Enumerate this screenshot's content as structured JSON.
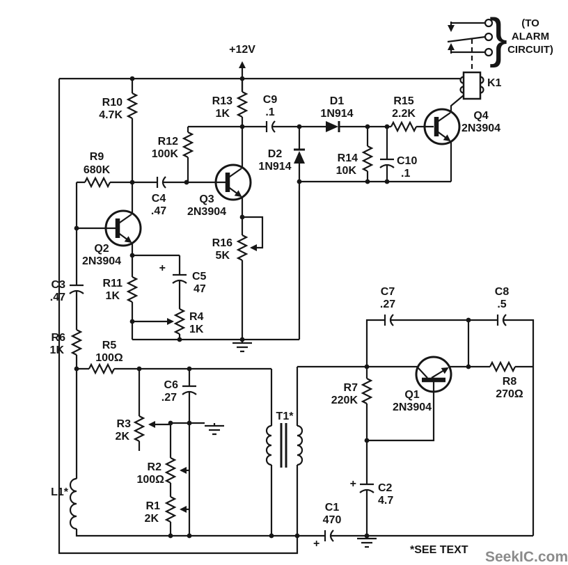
{
  "watermark": "SeekIC.com",
  "note": "*SEE TEXT",
  "power": {
    "label": "+12V"
  },
  "alarm": {
    "line1": "(TO",
    "line2": "ALARM",
    "line3": "CIRCUIT)",
    "brace": "}"
  },
  "components": {
    "R1": {
      "ref": "R1",
      "value": "2K"
    },
    "R2": {
      "ref": "R2",
      "value": "100Ω"
    },
    "R3": {
      "ref": "R3",
      "value": "2K"
    },
    "R4": {
      "ref": "R4",
      "value": "1K"
    },
    "R5": {
      "ref": "R5",
      "value": "100Ω"
    },
    "R6": {
      "ref": "R6",
      "value": "1K"
    },
    "R7": {
      "ref": "R7",
      "value": "220K"
    },
    "R8": {
      "ref": "R8",
      "value": "270Ω"
    },
    "R9": {
      "ref": "R9",
      "value": "680K"
    },
    "R10": {
      "ref": "R10",
      "value": "4.7K"
    },
    "R11": {
      "ref": "R11",
      "value": "1K"
    },
    "R12": {
      "ref": "R12",
      "value": "100K"
    },
    "R13": {
      "ref": "R13",
      "value": "1K"
    },
    "R14": {
      "ref": "R14",
      "value": "10K"
    },
    "R15": {
      "ref": "R15",
      "value": "2.2K"
    },
    "R16": {
      "ref": "R16",
      "value": "5K"
    },
    "C1": {
      "ref": "C1",
      "value": "470",
      "polarity": "+"
    },
    "C2": {
      "ref": "C2",
      "value": "4.7",
      "polarity": "+"
    },
    "C3": {
      "ref": "C3",
      "value": ".47"
    },
    "C4": {
      "ref": "C4",
      "value": ".47"
    },
    "C5": {
      "ref": "C5",
      "value": "47",
      "polarity": "+"
    },
    "C6": {
      "ref": "C6",
      "value": ".27"
    },
    "C7": {
      "ref": "C7",
      "value": ".27"
    },
    "C8": {
      "ref": "C8",
      "value": ".5"
    },
    "C9": {
      "ref": "C9",
      "value": ".1"
    },
    "C10": {
      "ref": "C10",
      "value": ".1"
    },
    "D1": {
      "ref": "D1",
      "value": "1N914"
    },
    "D2": {
      "ref": "D2",
      "value": "1N914"
    },
    "Q1": {
      "ref": "Q1",
      "value": "2N3904"
    },
    "Q2": {
      "ref": "Q2",
      "value": "2N3904"
    },
    "Q3": {
      "ref": "Q3",
      "value": "2N3904"
    },
    "Q4": {
      "ref": "Q4",
      "value": "2N3904"
    },
    "L1": {
      "ref": "L1*"
    },
    "T1": {
      "ref": "T1*"
    },
    "K1": {
      "ref": "K1"
    }
  }
}
